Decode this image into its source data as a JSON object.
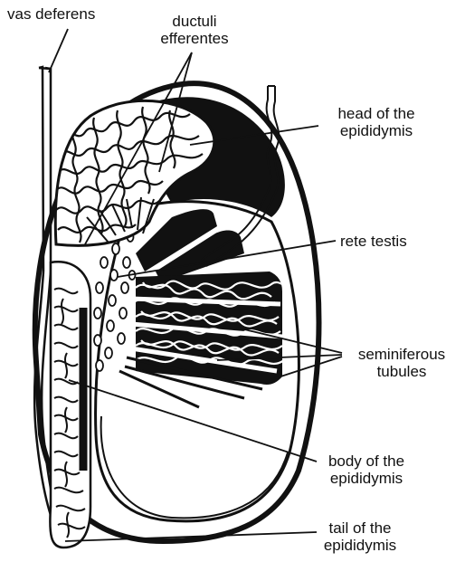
{
  "colors": {
    "ink": "#111111",
    "background": "#ffffff"
  },
  "labels": {
    "vas_deferens": "vas deferens",
    "ductuli_efferentes": [
      "ductuli",
      "efferentes"
    ],
    "head_of_epididymis": [
      "head of the",
      "epididymis"
    ],
    "rete_testis": "rete testis",
    "seminiferous_tubules": [
      "seminiferous",
      "tubules"
    ],
    "body_of_epididymis": [
      "body of the",
      "epididymis"
    ],
    "tail_of_epididymis": [
      "tail of the",
      "epididymis"
    ]
  }
}
